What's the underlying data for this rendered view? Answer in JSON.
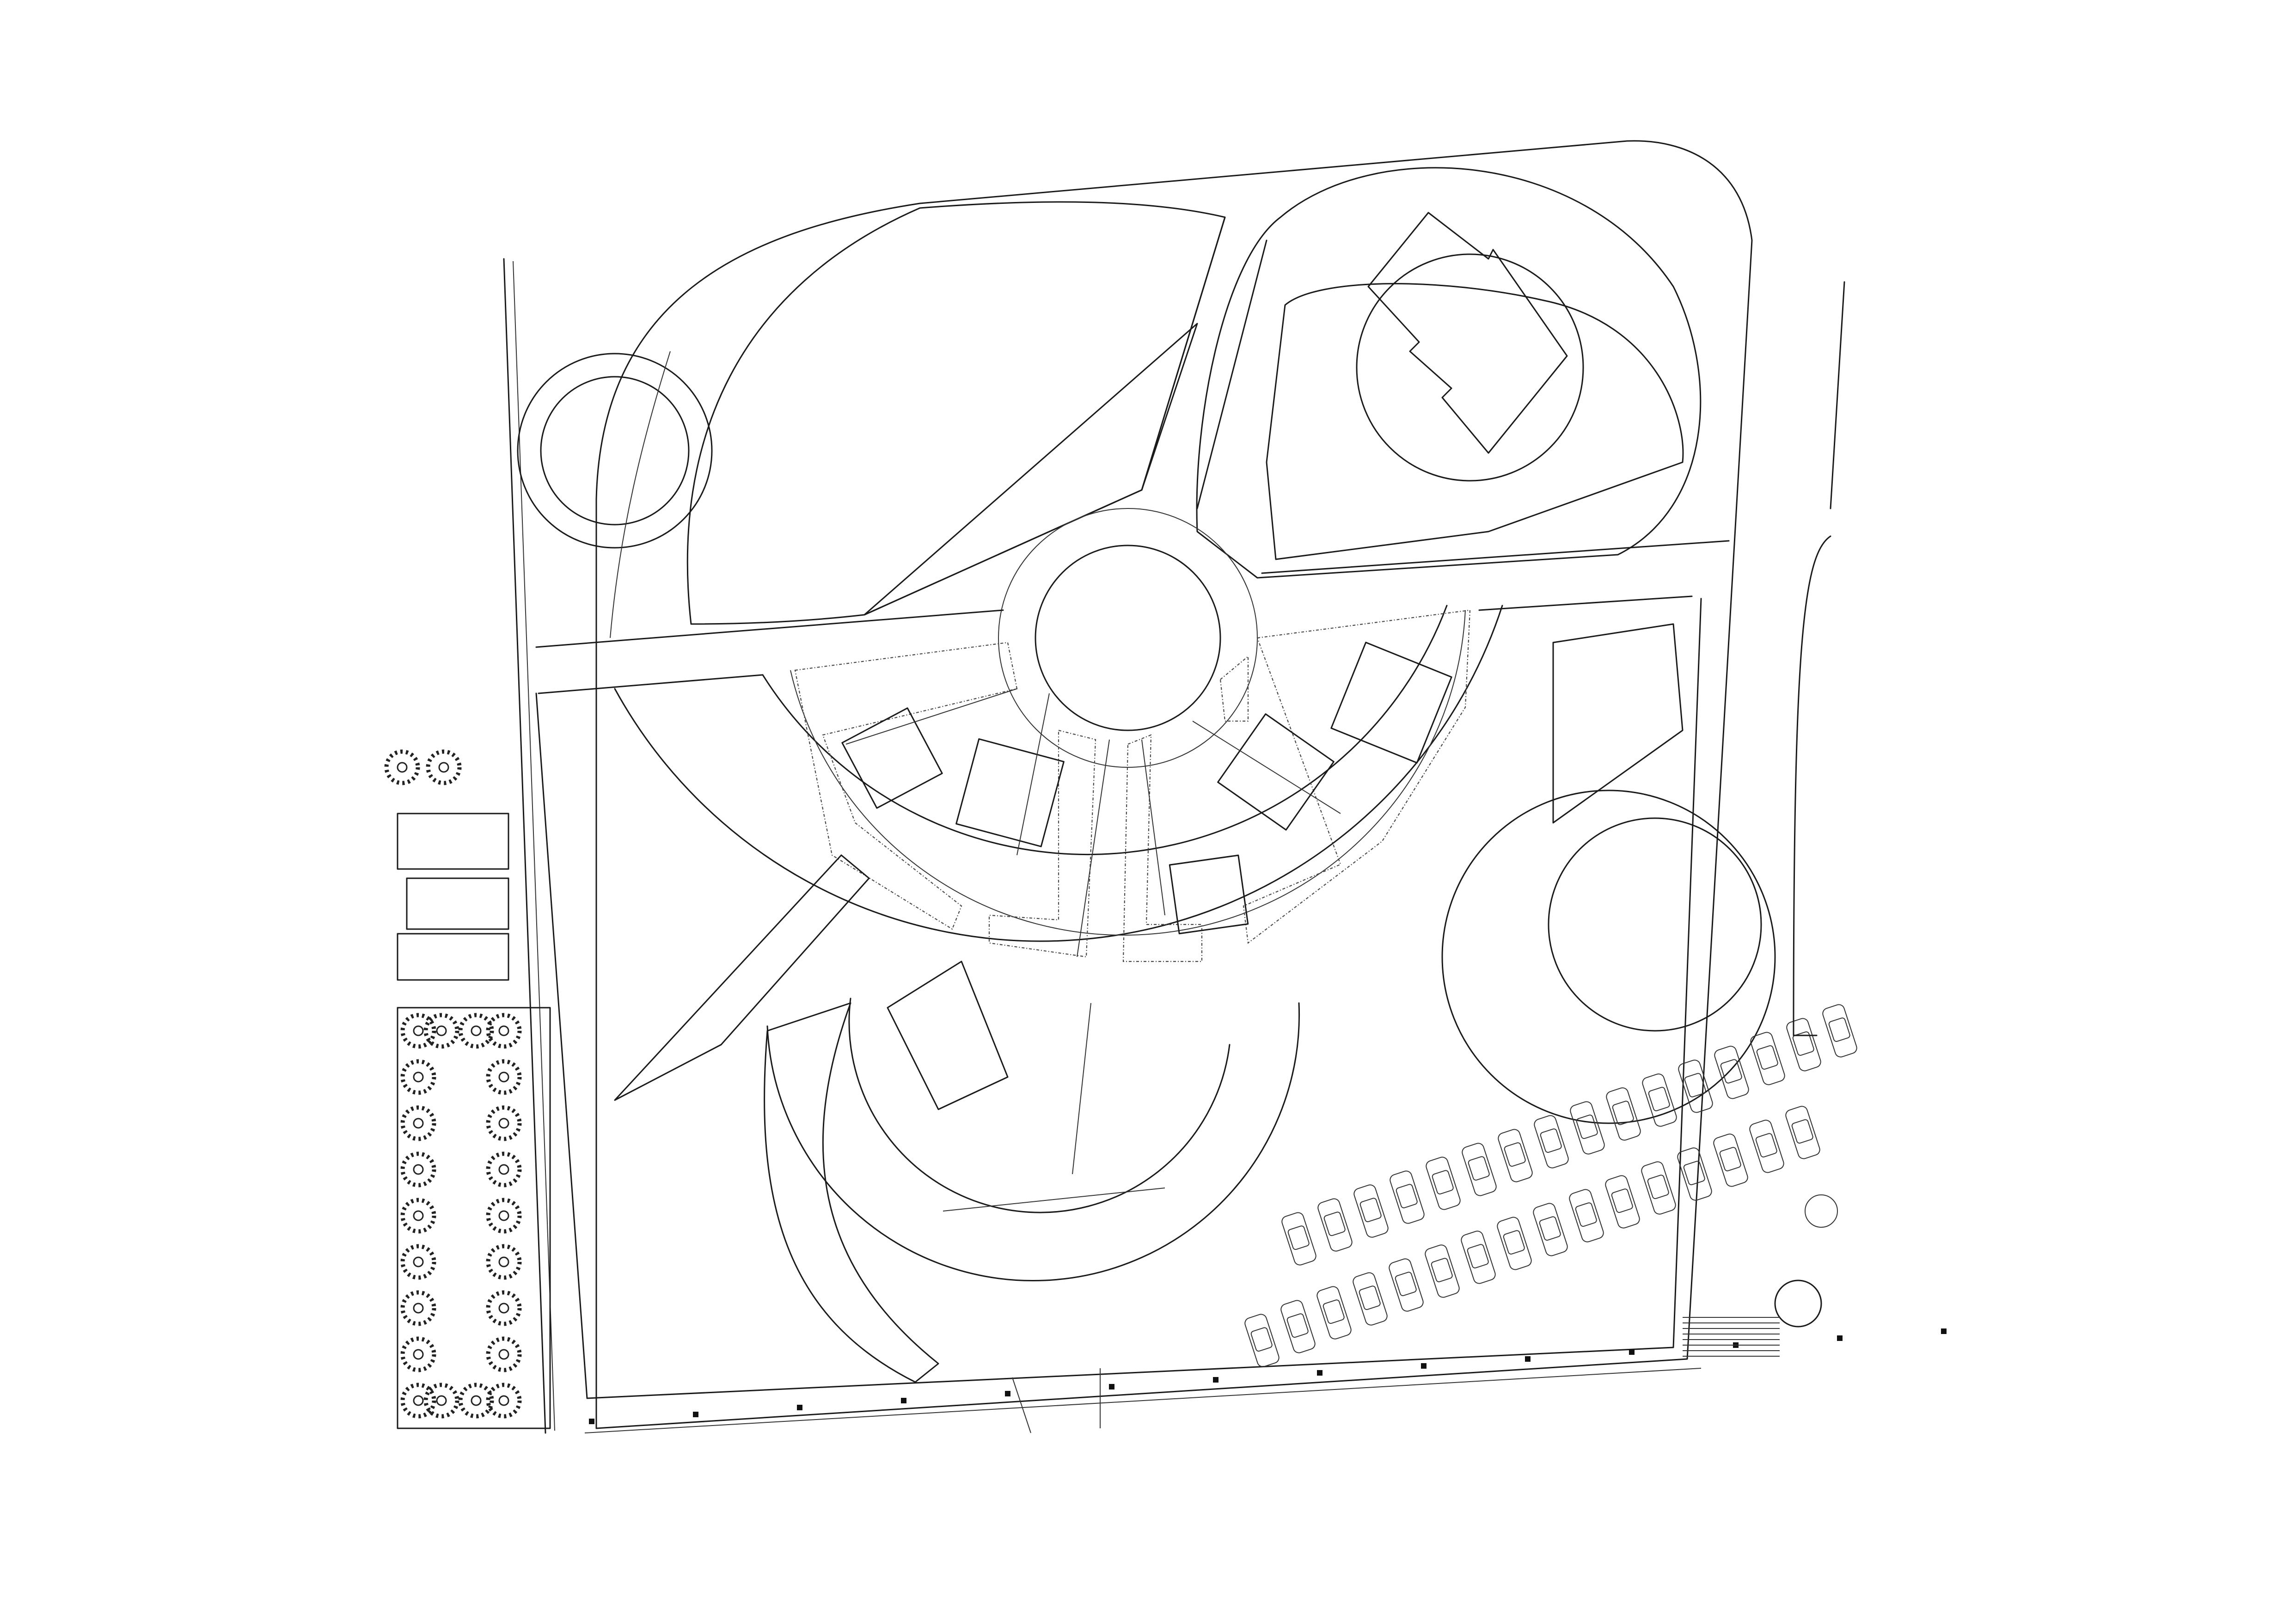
{
  "drawing": {
    "type": "architectural site plan",
    "line_color": "#1a1a1a",
    "background": "#ffffff",
    "text_labels": []
  },
  "elements": {
    "central_plaza": "circle",
    "radial_gardens": 5,
    "wedge_buildings": 5,
    "tree_column_trees": 24,
    "parked_cars": 32,
    "site_bollards": 14
  }
}
